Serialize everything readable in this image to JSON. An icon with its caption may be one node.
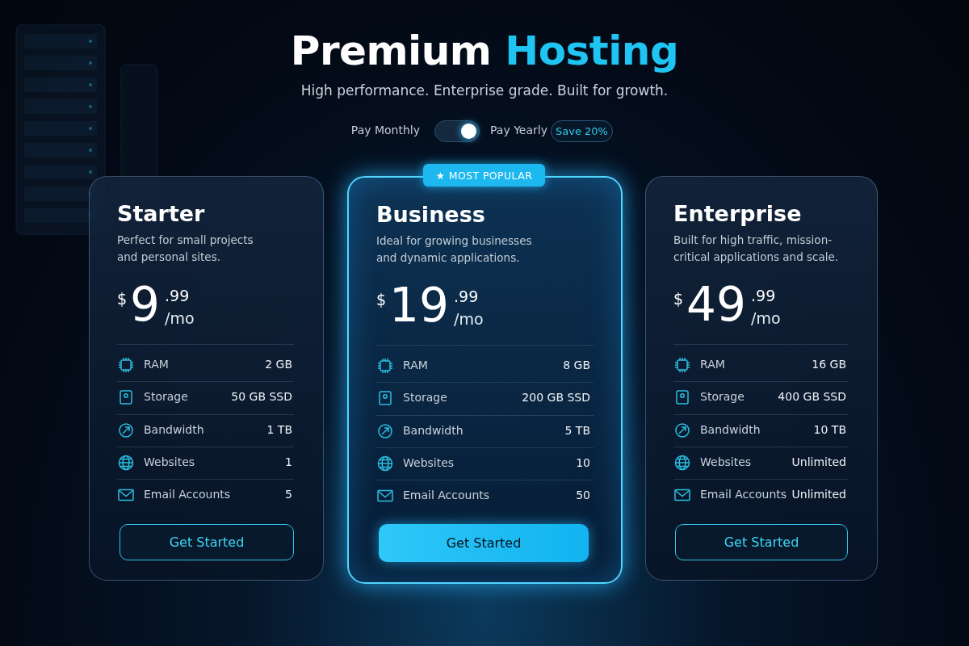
{
  "diagram": {
    "title": "Premium Hosting",
    "nodes": [
      {
        "text": [
          "Save 20%"
        ]
      },
      {
        "text": [
          "Starter",
          "Perfect for small projects and personal sites.",
          "$",
          "9",
          ".99",
          "/mo"
        ]
      },
      {
        "text": [
          "Get Started"
        ],
        "in": 1
      },
      {
        "text": [
          "★ MOST POPULAR"
        ]
      },
      {
        "text": [
          "Business",
          "Ideal for growing businesses and dynamic applications.",
          "$",
          "19",
          ".99",
          "/mo"
        ]
      },
      {
        "text": [
          "Get Started"
        ],
        "in": 4
      },
      {
        "text": [
          "Enterprise",
          "Built for high traffic, mission-critical applications and scale.",
          "$",
          "49",
          ".99",
          "/mo"
        ]
      },
      {
        "text": [
          "Get Started"
        ],
        "in": 6
      }
    ],
    "labels": [
      "High performance. Enterprise grade. Built for growth.",
      "Pay Monthly",
      "Pay Yearly",
      "RAM",
      "2 GB",
      "Storage",
      "50 GB SSD",
      "Bandwidth",
      "1 TB",
      "Websites",
      "1",
      "Email Accounts",
      "5",
      "RAM",
      "8 GB",
      "Storage",
      "200 GB SSD",
      "Bandwidth",
      "5 TB",
      "Websites",
      "10",
      "Email Accounts",
      "50",
      "RAM",
      "16 GB",
      "Storage",
      "400 GB SSD",
      "Bandwidth",
      "10 TB",
      "Websites",
      "Unlimited",
      "Email Accounts",
      "Unlimited"
    ]
  }
}
